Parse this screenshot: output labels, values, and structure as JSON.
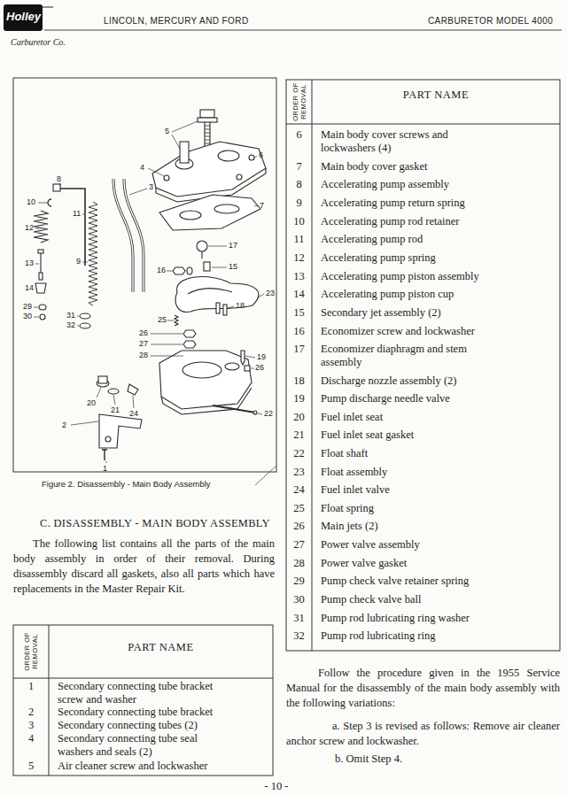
{
  "diagram": {
    "title": "C. DISASSEMBLY - MAIN BODY ASSEMBLY",
    "caption": "Figure 2. Disassembly - Main Body Assembly",
    "labels": [
      "Holley",
      "Carburetor Co.",
      "LINCOLN, MERCURY AND FORD",
      "CARBURETOR MODEL 4000",
      "5",
      "6",
      "8",
      "10",
      "4",
      "3",
      "7",
      "12",
      "11",
      "17",
      "15",
      "16",
      "13",
      "9",
      "23",
      "14",
      "18",
      "29",
      "30",
      "31",
      "32",
      "25",
      "26",
      "27",
      "28",
      "19",
      "26",
      "20",
      "21",
      "24",
      "22",
      "2",
      "1",
      "The following list contains all the parts of the main body assembly in order of their removal. During disassembly discard all gaskets, also all parts which have replacements in the Master Repair Kit.",
      "ORDER OF REMOVAL",
      "PART NAME",
      "1",
      "Secondary connecting tube bracket screw and washer",
      "2",
      "Secondary connecting tube bracket",
      "3",
      "Secondary connecting tubes (2)",
      "4",
      "Secondary connecting tube seal washers and seals (2)",
      "5",
      "Air cleaner screw and lockwasher",
      "ORDER OF REMOVAL",
      "PART NAME",
      "6",
      "Main body cover screws and lockwashers (4)",
      "7",
      "Main body cover gasket",
      "8",
      "Accelerating pump assembly",
      "9",
      "Accelerating pump return spring",
      "10",
      "Accelerating pump rod retainer",
      "11",
      "Accelerating pump rod",
      "12",
      "Accelerating pump spring",
      "13",
      "Accelerating pump piston assembly",
      "14",
      "Accelerating pump piston cup",
      "15",
      "Secondary jet assembly (2)",
      "16",
      "Economizer screw and lockwasher",
      "17",
      "Economizer diaphragm and stem assembly",
      "18",
      "Discharge nozzle assembly (2)",
      "19",
      "Pump discharge needle valve",
      "20",
      "Fuel inlet seat",
      "21",
      "Fuel inlet seat gasket",
      "22",
      "Float shaft",
      "23",
      "Float assembly",
      "24",
      "Fuel inlet valve",
      "25",
      "Float spring",
      "26",
      "Main jets (2)",
      "27",
      "Power valve assembly",
      "28",
      "Power valve gasket",
      "29",
      "Pump check valve retainer spring",
      "30",
      "Pump check valve ball",
      "31",
      "Pump rod lubricating ring washer",
      "32",
      "Pump rod lubricating ring",
      "Follow the procedure given in the 1955 Service Manual for the disassembly of the main body assembly with the following variations:",
      "a. Step 3 is revised as follows: Remove air cleaner anchor screw and lockwasher.",
      "b. Omit Step 4.",
      "- 10 -"
    ]
  }
}
